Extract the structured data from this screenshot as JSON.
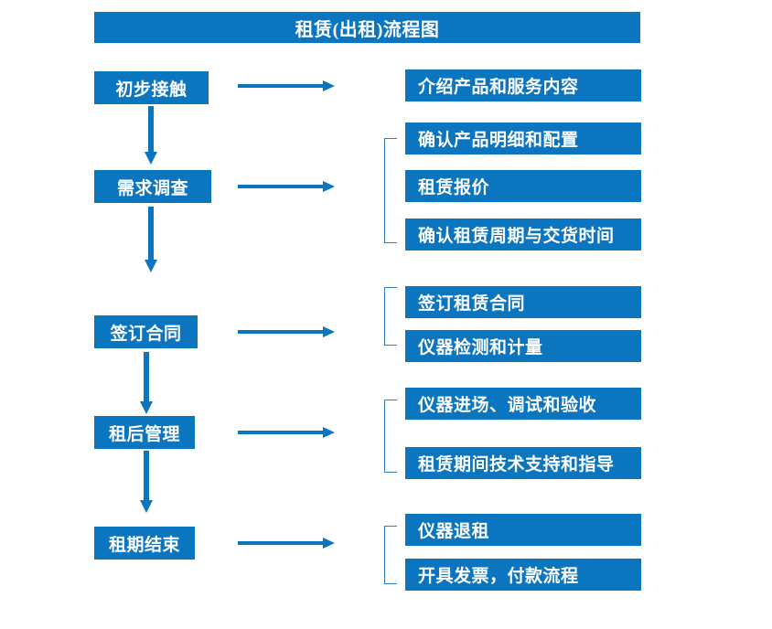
{
  "diagram": {
    "title": "租赁(出租)流程图",
    "accent_color": "#0c75c0",
    "bracket_color": "#2f7fc4",
    "text_color": "#ffffff",
    "type": "flowchart",
    "stages": [
      {
        "id": "stage-1",
        "label": "初步接触",
        "details": [
          "介绍产品和服务内容"
        ],
        "has_bracket": false,
        "has_next_arrow": true
      },
      {
        "id": "stage-2",
        "label": "需求调查",
        "details": [
          "确认产品明细和配置",
          "租赁报价",
          "确认租赁周期与交货时间"
        ],
        "has_bracket": true,
        "has_next_arrow": true
      },
      {
        "id": "stage-3",
        "label": "签订合同",
        "details": [
          "签订租赁合同",
          "仪器检测和计量"
        ],
        "has_bracket": true,
        "has_next_arrow": true
      },
      {
        "id": "stage-4",
        "label": "租后管理",
        "details": [
          "仪器进场、调试和验收",
          "租赁期间技术支持和指导"
        ],
        "has_bracket": true,
        "has_next_arrow": true
      },
      {
        "id": "stage-5",
        "label": "租期结束",
        "details": [
          "仪器退租",
          "开具发票，付款流程"
        ],
        "has_bracket": true,
        "has_next_arrow": false
      }
    ],
    "flat_details": [
      "介绍产品和服务内容",
      "确认产品明细和配置",
      "租赁报价",
      "确认租赁周期与交货时间",
      "签订租赁合同",
      "仪器检测和计量",
      "仪器进场、调试和验收",
      "租赁期间技术支持和指导",
      "仪器退租",
      "开具发票，付款流程"
    ]
  }
}
